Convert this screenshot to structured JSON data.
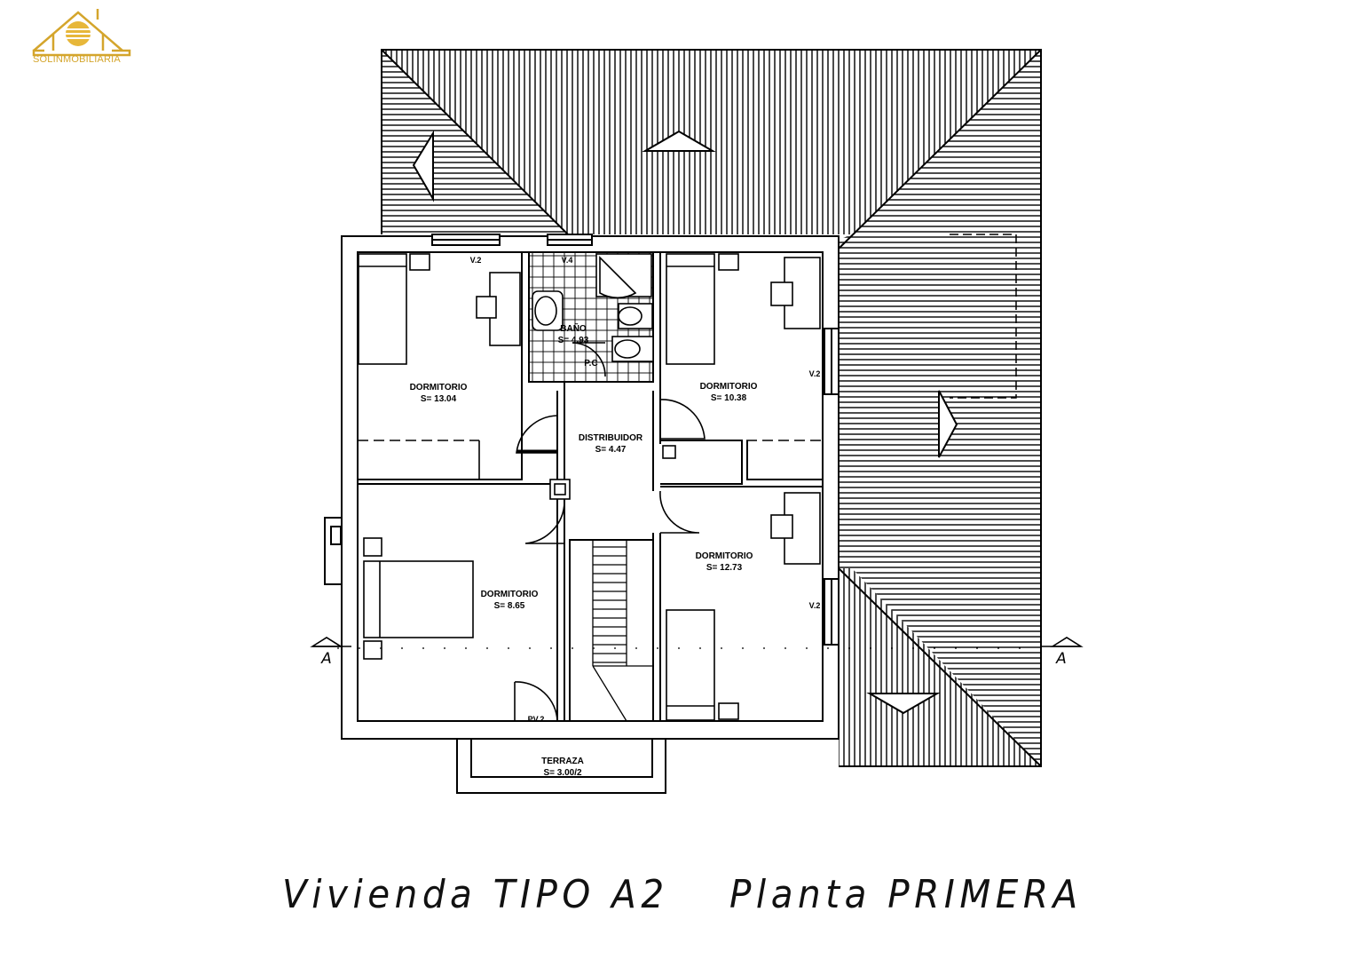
{
  "logo": {
    "text": "SOLINMOBILIARIA",
    "brand_color": "#d4a52c"
  },
  "rooms": {
    "dorm1": {
      "name": "DORMITORIO",
      "area": "S= 13.04"
    },
    "bano": {
      "name": "BAÑO",
      "area": "S= 4.93"
    },
    "dorm2": {
      "name": "DORMITORIO",
      "area": "S= 10.38"
    },
    "distribuidor": {
      "name": "DISTRIBUIDOR",
      "area": "S= 4.47"
    },
    "dorm3": {
      "name": "DORMITORIO",
      "area": "S= 8.65"
    },
    "dorm4": {
      "name": "DORMITORIO",
      "area": "S= 12.73"
    },
    "terraza": {
      "name": "TERRAZA",
      "area": "S= 3.00/2"
    }
  },
  "marks": {
    "v2_top": "V.2",
    "v4": "V.4",
    "pc": "P.C",
    "v2_right_top": "V.2",
    "v2_right_bottom": "V.2",
    "pv2": "PV.2",
    "section_left": "A",
    "section_right": "A"
  },
  "title": {
    "left": "Vivienda TIPO A2",
    "right": "Planta PRIMERA"
  },
  "colors": {
    "line": "#000000",
    "background": "#ffffff"
  }
}
